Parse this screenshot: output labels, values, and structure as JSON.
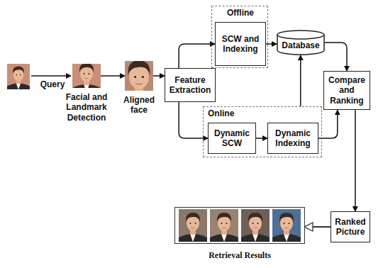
{
  "diagram": {
    "nodes": [
      {
        "text": [
          "Facial and Landmark Detection"
        ]
      },
      {
        "text": [
          "Aligned face"
        ]
      },
      {
        "text": [
          "Feature Extraction"
        ]
      },
      {
        "text": [
          "Offline"
        ]
      },
      {
        "text": [
          "SCW and Indexing"
        ],
        "in": 3
      },
      {
        "text": [
          "Database"
        ]
      },
      {
        "text": [
          "Compare and Ranking"
        ]
      },
      {
        "text": [
          "Online"
        ]
      },
      {
        "text": [
          "Dynamic SCW"
        ],
        "in": 7
      },
      {
        "text": [
          "Dynamic Indexing"
        ],
        "in": 7
      },
      {
        "text": [
          "Ranked Picture"
        ]
      },
      {
        "text": [
          "Retrieval Results"
        ]
      }
    ],
    "edges": [
      {
        "from": 0,
        "to": 1,
        "arrow": "to"
      },
      {
        "from": 1,
        "to": 2,
        "arrow": "to"
      },
      {
        "from": 2,
        "to": 4,
        "arrow": "to"
      },
      {
        "from": 4,
        "to": 5,
        "arrow": "to"
      },
      {
        "from": 5,
        "to": 6,
        "arrow": "to"
      },
      {
        "from": 2,
        "to": 8,
        "arrow": "to"
      },
      {
        "from": 8,
        "to": 9,
        "arrow": "to"
      },
      {
        "from": 9,
        "to": 6,
        "arrow": "to"
      },
      {
        "from": 7,
        "to": 5,
        "arrow": "to"
      },
      {
        "from": 6,
        "to": 10,
        "arrow": "to"
      },
      {
        "from": 10,
        "to": 11,
        "arrow": "to"
      }
    ],
    "labels": [
      "Query"
    ]
  }
}
